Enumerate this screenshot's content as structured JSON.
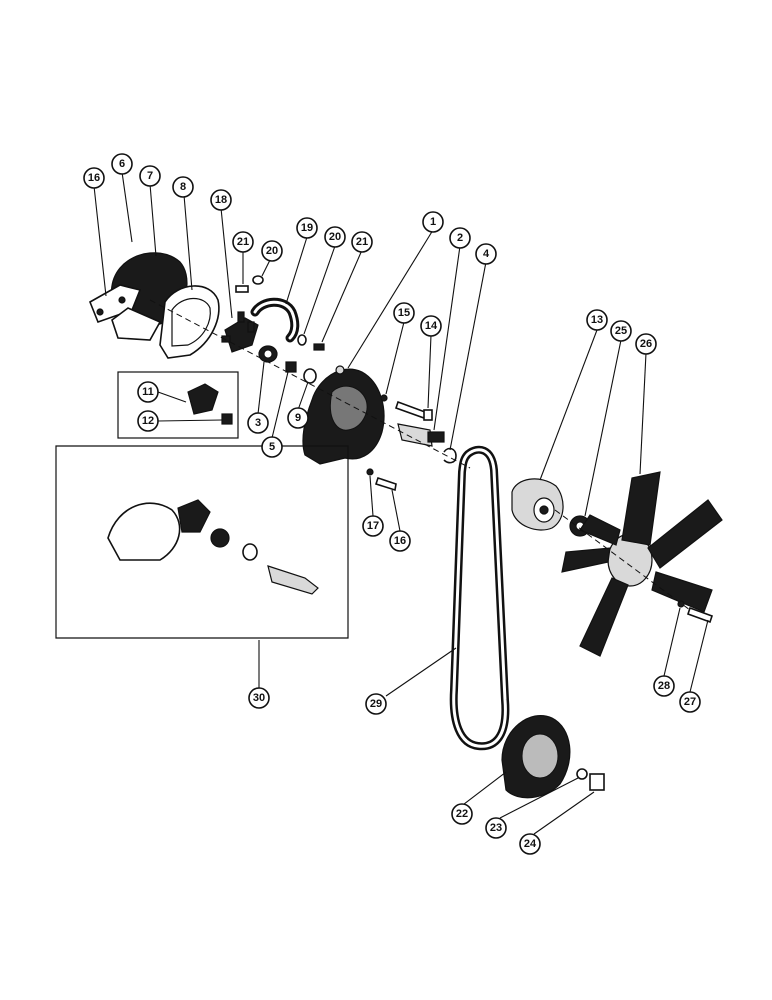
{
  "diagram": {
    "callouts": [
      {
        "id": "c16a",
        "label": "16"
      },
      {
        "id": "c6",
        "label": "6"
      },
      {
        "id": "c7",
        "label": "7"
      },
      {
        "id": "c8",
        "label": "8"
      },
      {
        "id": "c18",
        "label": "18"
      },
      {
        "id": "c21a",
        "label": "21"
      },
      {
        "id": "c20a",
        "label": "20"
      },
      {
        "id": "c19",
        "label": "19"
      },
      {
        "id": "c20b",
        "label": "20"
      },
      {
        "id": "c21b",
        "label": "21"
      },
      {
        "id": "c1",
        "label": "1"
      },
      {
        "id": "c2",
        "label": "2"
      },
      {
        "id": "c4",
        "label": "4"
      },
      {
        "id": "c15",
        "label": "15"
      },
      {
        "id": "c14",
        "label": "14"
      },
      {
        "id": "c11",
        "label": "11"
      },
      {
        "id": "c12",
        "label": "12"
      },
      {
        "id": "c3",
        "label": "3"
      },
      {
        "id": "c5",
        "label": "5"
      },
      {
        "id": "c9",
        "label": "9"
      },
      {
        "id": "c17",
        "label": "17"
      },
      {
        "id": "c16b",
        "label": "16"
      },
      {
        "id": "c13",
        "label": "13"
      },
      {
        "id": "c25",
        "label": "25"
      },
      {
        "id": "c26",
        "label": "26"
      },
      {
        "id": "c28",
        "label": "28"
      },
      {
        "id": "c27",
        "label": "27"
      },
      {
        "id": "c30",
        "label": "30"
      },
      {
        "id": "c29",
        "label": "29"
      },
      {
        "id": "c22",
        "label": "22"
      },
      {
        "id": "c23",
        "label": "23"
      },
      {
        "id": "c24",
        "label": "24"
      }
    ]
  }
}
